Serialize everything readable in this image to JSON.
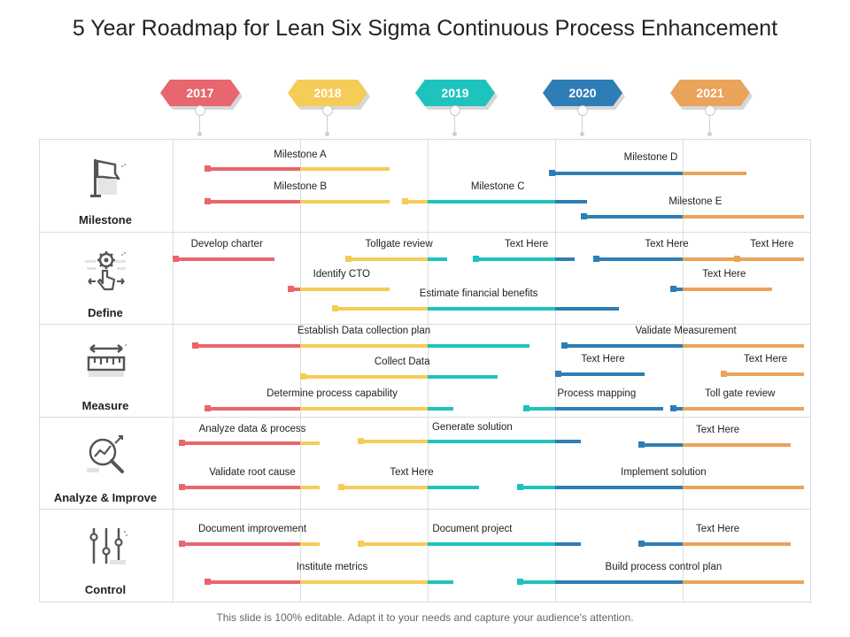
{
  "title": "5 Year Roadmap for Lean Six Sigma Continuous Process Enhancement",
  "footer": "This slide is 100% editable. Adapt it to your needs and capture your audience's attention.",
  "colors": {
    "y2017": "#e8666d",
    "y2018": "#f5cc57",
    "y2019": "#1ec3be",
    "y2020": "#2f7db6",
    "y2021": "#eaa35a"
  },
  "years": [
    {
      "label": "2017",
      "color": "#e8666d"
    },
    {
      "label": "2018",
      "color": "#f5cc57"
    },
    {
      "label": "2019",
      "color": "#1ec3be"
    },
    {
      "label": "2020",
      "color": "#2f7db6"
    },
    {
      "label": "2021",
      "color": "#eaa35a"
    }
  ],
  "rows": [
    {
      "label": "Milestone",
      "icon": "flag-icon"
    },
    {
      "label": "Define",
      "icon": "gear-hand-icon"
    },
    {
      "label": "Measure",
      "icon": "ruler-icon"
    },
    {
      "label": "Analyze & Improve",
      "icon": "chart-magnifier-icon"
    },
    {
      "label": "Control",
      "icon": "sliders-icon"
    }
  ],
  "tasks": [
    {
      "row": 0,
      "label": "Milestone A",
      "start": 2017.3,
      "end": 2018.7
    },
    {
      "row": 0,
      "label": "Milestone B",
      "start": 2017.3,
      "end": 2018.7
    },
    {
      "row": 0,
      "label": "Milestone C",
      "start": 2018.85,
      "end": 2020.25
    },
    {
      "row": 0,
      "label": "Milestone D",
      "start": 2020.0,
      "end": 2021.5
    },
    {
      "row": 0,
      "label": "Milestone E",
      "start": 2020.25,
      "end": 2021.95
    },
    {
      "row": 1,
      "label": "Develop charter",
      "start": 2017.05,
      "end": 2017.8
    },
    {
      "row": 1,
      "label": "Tollgate review",
      "start": 2018.4,
      "end": 2019.15
    },
    {
      "row": 1,
      "label": "Text Here",
      "start": 2019.4,
      "end": 2020.15
    },
    {
      "row": 1,
      "label": "Text Here",
      "start": 2020.35,
      "end": 2021.4
    },
    {
      "row": 1,
      "label": "Text Here",
      "start": 2021.45,
      "end": 2021.95
    },
    {
      "row": 1,
      "label": "Identify CTO",
      "start": 2017.95,
      "end": 2018.7
    },
    {
      "row": 1,
      "label": "Text Here",
      "start": 2020.95,
      "end": 2021.7
    },
    {
      "row": 1,
      "label": "Estimate financial benefits",
      "start": 2018.3,
      "end": 2020.5
    },
    {
      "row": 2,
      "label": "Establish Data collection plan",
      "start": 2017.2,
      "end": 2019.8
    },
    {
      "row": 2,
      "label": "Validate Measurement",
      "start": 2020.1,
      "end": 2021.95
    },
    {
      "row": 2,
      "label": "Collect Data",
      "start": 2018.05,
      "end": 2019.55
    },
    {
      "row": 2,
      "label": "Text Here",
      "start": 2020.05,
      "end": 2020.7
    },
    {
      "row": 2,
      "label": "Text Here",
      "start": 2021.35,
      "end": 2021.95
    },
    {
      "row": 2,
      "label": "Determine process capability",
      "start": 2017.3,
      "end": 2019.2
    },
    {
      "row": 2,
      "label": "Process mapping",
      "start": 2019.8,
      "end": 2020.85
    },
    {
      "row": 2,
      "label": "Toll gate review",
      "start": 2020.95,
      "end": 2021.95
    },
    {
      "row": 3,
      "label": "Analyze  data & process",
      "start": 2017.1,
      "end": 2018.15
    },
    {
      "row": 3,
      "label": "Generate solution",
      "start": 2018.5,
      "end": 2020.2
    },
    {
      "row": 3,
      "label": "Text Here",
      "start": 2020.7,
      "end": 2021.85
    },
    {
      "row": 3,
      "label": "Validate root cause",
      "start": 2017.1,
      "end": 2018.15
    },
    {
      "row": 3,
      "label": "Text Here",
      "start": 2018.35,
      "end": 2019.4
    },
    {
      "row": 3,
      "label": "Implement solution",
      "start": 2019.75,
      "end": 2021.95
    },
    {
      "row": 4,
      "label": "Document improvement",
      "start": 2017.1,
      "end": 2018.15
    },
    {
      "row": 4,
      "label": "Document project",
      "start": 2018.5,
      "end": 2020.2
    },
    {
      "row": 4,
      "label": "Text Here",
      "start": 2020.7,
      "end": 2021.85
    },
    {
      "row": 4,
      "label": "Institute metrics",
      "start": 2017.3,
      "end": 2019.2
    },
    {
      "row": 4,
      "label": "Build process control plan",
      "start": 2019.75,
      "end": 2021.95
    }
  ]
}
